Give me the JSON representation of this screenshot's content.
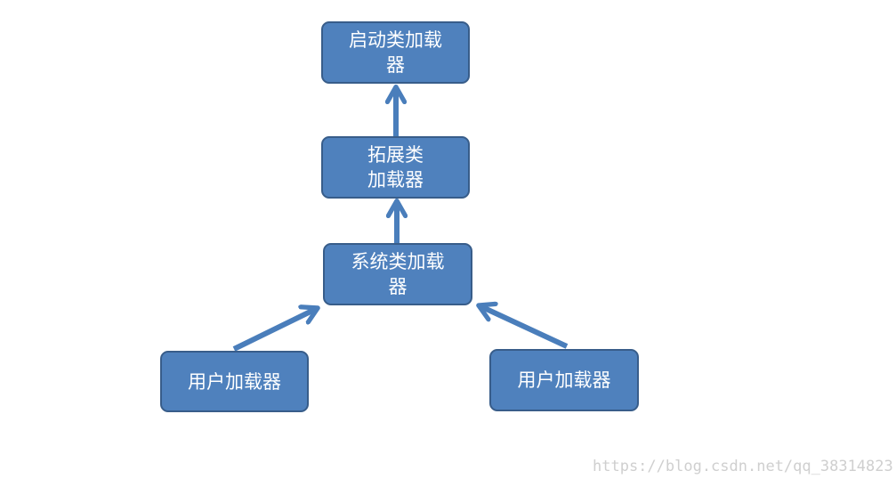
{
  "diagram": {
    "nodes": {
      "bootstrap": "启动类加载器",
      "extension": "拓展类加载器",
      "system": "系统类加载器",
      "user_left": "用户加载器",
      "user_right": "用户加载器"
    },
    "edges": [
      {
        "from": "extension",
        "to": "bootstrap"
      },
      {
        "from": "system",
        "to": "extension"
      },
      {
        "from": "user_left",
        "to": "system"
      },
      {
        "from": "user_right",
        "to": "system"
      }
    ],
    "colors": {
      "node_fill": "#4f81bd",
      "node_border": "#385d8a",
      "arrow": "#4a7ebb",
      "text": "#ffffff"
    }
  },
  "watermark": "https://blog.csdn.net/qq_38314823"
}
